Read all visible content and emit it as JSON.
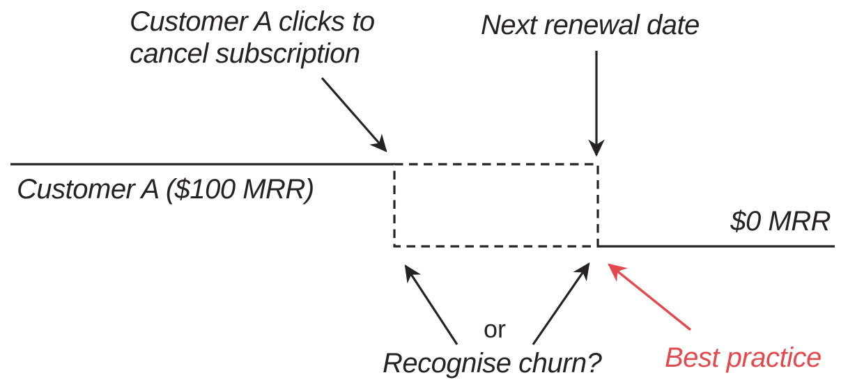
{
  "colors": {
    "ink": "#262224",
    "accent": "#e24a4f"
  },
  "diagram": {
    "type": "timeline-annotation-diagram",
    "annotations": {
      "cancel_click_line1": "Customer A clicks to",
      "cancel_click_line2": "cancel subscription",
      "next_renewal": "Next renewal date",
      "customer_a": "Customer A ($100 MRR)",
      "zero_mrr": "$0 MRR",
      "or": "or",
      "recognise_churn": "Recognise churn?",
      "best_practice": "Best practice"
    },
    "semantics": {
      "timeline_before": "Customer A at $100 MRR until cancel click",
      "gap_box": "dashed uncertainty window between cancel click and next renewal date",
      "timeline_after": "$0 MRR after churn",
      "question": "Recognise churn at cancel click or at next renewal date?",
      "best_practice_points_to": "recognise churn at next renewal date"
    }
  }
}
